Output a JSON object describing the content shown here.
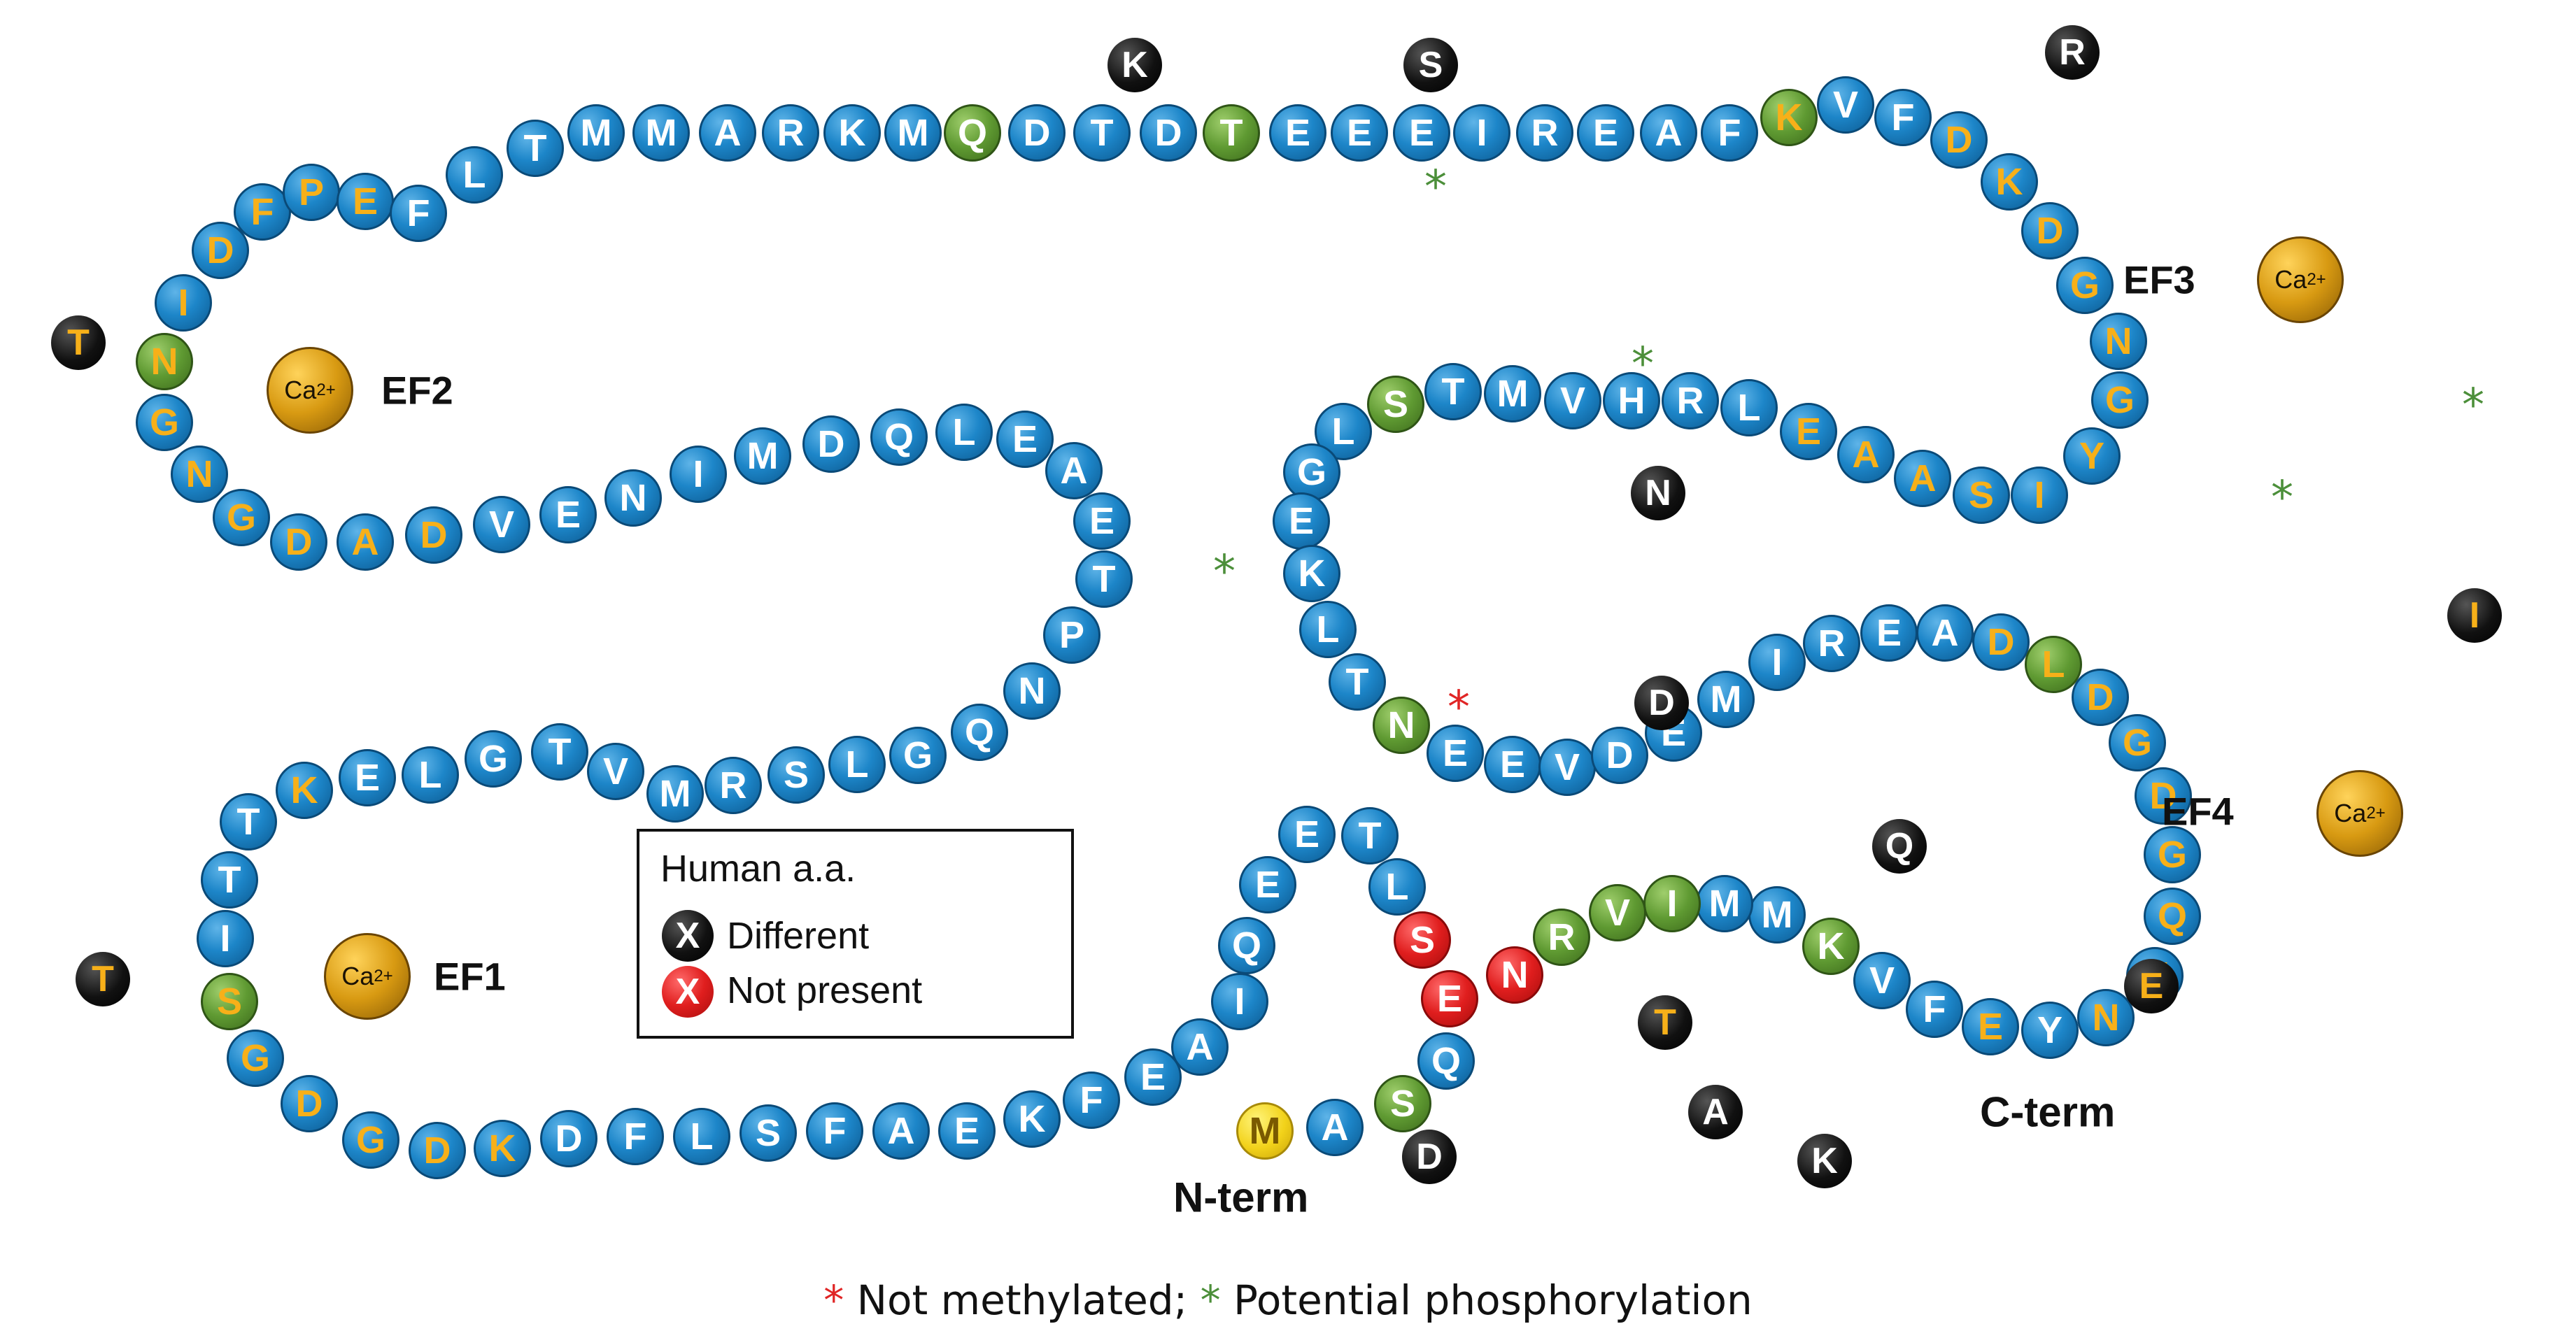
{
  "sequence": [
    {
      "aa": "M",
      "style": "yellow"
    },
    {
      "aa": "A",
      "style": "blue"
    },
    {
      "aa": "S",
      "style": "green"
    },
    {
      "aa": "Q",
      "style": "blue"
    },
    {
      "aa": "E",
      "style": "red"
    },
    {
      "aa": "S",
      "style": "red"
    },
    {
      "aa": "L",
      "style": "blue"
    },
    {
      "aa": "T",
      "style": "blue"
    },
    {
      "aa": "E",
      "style": "blue"
    },
    {
      "aa": "E",
      "style": "blue"
    },
    {
      "aa": "Q",
      "style": "blue"
    },
    {
      "aa": "I",
      "style": "blue"
    },
    {
      "aa": "A",
      "style": "blue"
    },
    {
      "aa": "E",
      "style": "blue"
    },
    {
      "aa": "F",
      "style": "blue"
    },
    {
      "aa": "K",
      "style": "blue"
    },
    {
      "aa": "E",
      "style": "blue"
    },
    {
      "aa": "A",
      "style": "blue"
    },
    {
      "aa": "F",
      "style": "blue"
    },
    {
      "aa": "S",
      "style": "blue"
    },
    {
      "aa": "L",
      "style": "blue"
    },
    {
      "aa": "F",
      "style": "blue"
    },
    {
      "aa": "D",
      "style": "blue"
    },
    {
      "aa": "K",
      "style": "blue-y"
    },
    {
      "aa": "D",
      "style": "blue-y"
    },
    {
      "aa": "G",
      "style": "blue-y"
    },
    {
      "aa": "D",
      "style": "blue-y"
    },
    {
      "aa": "G",
      "style": "blue-y"
    },
    {
      "aa": "S",
      "style": "green-y"
    },
    {
      "aa": "I",
      "style": "blue"
    },
    {
      "aa": "T",
      "style": "blue"
    },
    {
      "aa": "T",
      "style": "blue"
    },
    {
      "aa": "K",
      "style": "blue-y"
    },
    {
      "aa": "E",
      "style": "blue"
    },
    {
      "aa": "L",
      "style": "blue"
    },
    {
      "aa": "G",
      "style": "blue"
    },
    {
      "aa": "T",
      "style": "blue"
    },
    {
      "aa": "V",
      "style": "blue"
    },
    {
      "aa": "M",
      "style": "blue"
    },
    {
      "aa": "R",
      "style": "blue"
    },
    {
      "aa": "S",
      "style": "blue"
    },
    {
      "aa": "L",
      "style": "blue"
    },
    {
      "aa": "G",
      "style": "blue"
    },
    {
      "aa": "Q",
      "style": "blue"
    },
    {
      "aa": "N",
      "style": "blue"
    },
    {
      "aa": "P",
      "style": "blue"
    },
    {
      "aa": "T",
      "style": "blue"
    },
    {
      "aa": "E",
      "style": "blue"
    },
    {
      "aa": "A",
      "style": "blue"
    },
    {
      "aa": "E",
      "style": "blue"
    },
    {
      "aa": "L",
      "style": "blue"
    },
    {
      "aa": "Q",
      "style": "blue"
    },
    {
      "aa": "D",
      "style": "blue"
    },
    {
      "aa": "M",
      "style": "blue"
    },
    {
      "aa": "I",
      "style": "blue"
    },
    {
      "aa": "N",
      "style": "blue"
    },
    {
      "aa": "E",
      "style": "blue"
    },
    {
      "aa": "V",
      "style": "blue"
    },
    {
      "aa": "D",
      "style": "blue-y"
    },
    {
      "aa": "A",
      "style": "blue-y"
    },
    {
      "aa": "D",
      "style": "blue-y"
    },
    {
      "aa": "G",
      "style": "blue-y"
    },
    {
      "aa": "N",
      "style": "blue-y"
    },
    {
      "aa": "G",
      "style": "blue-y"
    },
    {
      "aa": "N",
      "style": "green-y"
    },
    {
      "aa": "I",
      "style": "blue-y"
    },
    {
      "aa": "D",
      "style": "blue-y"
    },
    {
      "aa": "F",
      "style": "blue-y"
    },
    {
      "aa": "P",
      "style": "blue-y"
    },
    {
      "aa": "E",
      "style": "blue-y"
    },
    {
      "aa": "F",
      "style": "blue"
    },
    {
      "aa": "L",
      "style": "blue"
    },
    {
      "aa": "T",
      "style": "blue"
    },
    {
      "aa": "M",
      "style": "blue"
    },
    {
      "aa": "M",
      "style": "blue"
    },
    {
      "aa": "A",
      "style": "blue"
    },
    {
      "aa": "R",
      "style": "blue"
    },
    {
      "aa": "K",
      "style": "blue"
    },
    {
      "aa": "M",
      "style": "blue"
    },
    {
      "aa": "Q",
      "style": "green"
    },
    {
      "aa": "D",
      "style": "blue"
    },
    {
      "aa": "T",
      "style": "blue"
    },
    {
      "aa": "D",
      "style": "blue"
    },
    {
      "aa": "T",
      "style": "green"
    },
    {
      "aa": "E",
      "style": "blue"
    },
    {
      "aa": "E",
      "style": "blue"
    },
    {
      "aa": "E",
      "style": "blue"
    },
    {
      "aa": "I",
      "style": "blue"
    },
    {
      "aa": "R",
      "style": "blue"
    },
    {
      "aa": "E",
      "style": "blue"
    },
    {
      "aa": "A",
      "style": "blue"
    },
    {
      "aa": "F",
      "style": "blue"
    },
    {
      "aa": "K",
      "style": "green-y"
    },
    {
      "aa": "V",
      "style": "blue"
    },
    {
      "aa": "F",
      "style": "blue"
    },
    {
      "aa": "D",
      "style": "blue-y"
    },
    {
      "aa": "K",
      "style": "blue-y"
    },
    {
      "aa": "D",
      "style": "blue-y"
    },
    {
      "aa": "G",
      "style": "blue-y"
    },
    {
      "aa": "N",
      "style": "blue-y"
    },
    {
      "aa": "G",
      "style": "blue-y"
    },
    {
      "aa": "Y",
      "style": "blue-y"
    },
    {
      "aa": "I",
      "style": "blue-y"
    },
    {
      "aa": "S",
      "style": "blue-y"
    },
    {
      "aa": "A",
      "style": "blue-y"
    },
    {
      "aa": "A",
      "style": "blue-y"
    },
    {
      "aa": "E",
      "style": "blue-y"
    },
    {
      "aa": "L",
      "style": "blue"
    },
    {
      "aa": "R",
      "style": "blue"
    },
    {
      "aa": "H",
      "style": "blue"
    },
    {
      "aa": "V",
      "style": "blue"
    },
    {
      "aa": "M",
      "style": "blue"
    },
    {
      "aa": "T",
      "style": "blue"
    },
    {
      "aa": "S",
      "style": "green"
    },
    {
      "aa": "L",
      "style": "blue"
    },
    {
      "aa": "G",
      "style": "blue"
    },
    {
      "aa": "E",
      "style": "blue"
    },
    {
      "aa": "K",
      "style": "blue"
    },
    {
      "aa": "L",
      "style": "blue"
    },
    {
      "aa": "T",
      "style": "blue"
    },
    {
      "aa": "N",
      "style": "green"
    },
    {
      "aa": "E",
      "style": "blue"
    },
    {
      "aa": "E",
      "style": "blue"
    },
    {
      "aa": "V",
      "style": "blue"
    },
    {
      "aa": "D",
      "style": "blue"
    },
    {
      "aa": "E",
      "style": "blue"
    },
    {
      "aa": "M",
      "style": "blue"
    },
    {
      "aa": "I",
      "style": "blue"
    },
    {
      "aa": "R",
      "style": "blue"
    },
    {
      "aa": "E",
      "style": "blue"
    },
    {
      "aa": "A",
      "style": "blue"
    },
    {
      "aa": "D",
      "style": "blue-y"
    },
    {
      "aa": "L",
      "style": "green-y"
    },
    {
      "aa": "D",
      "style": "blue-y"
    },
    {
      "aa": "G",
      "style": "blue-y"
    },
    {
      "aa": "D",
      "style": "blue-y"
    },
    {
      "aa": "G",
      "style": "blue-y"
    },
    {
      "aa": "Q",
      "style": "blue-y"
    },
    {
      "aa": "V",
      "style": "blue-y"
    },
    {
      "aa": "N",
      "style": "blue-y"
    },
    {
      "aa": "Y",
      "style": "blue"
    },
    {
      "aa": "E",
      "style": "blue-y"
    },
    {
      "aa": "F",
      "style": "blue"
    },
    {
      "aa": "V",
      "style": "blue"
    },
    {
      "aa": "K",
      "style": "green"
    },
    {
      "aa": "M",
      "style": "blue"
    },
    {
      "aa": "M",
      "style": "blue"
    },
    {
      "aa": "I",
      "style": "green"
    },
    {
      "aa": "V",
      "style": "green"
    },
    {
      "aa": "R",
      "style": "green"
    },
    {
      "aa": "N",
      "style": "red"
    }
  ],
  "human_differences": [
    {
      "aa": "D"
    },
    {
      "aa": "T"
    },
    {
      "aa": "T"
    },
    {
      "aa": "K"
    },
    {
      "aa": "S"
    },
    {
      "aa": "R"
    },
    {
      "aa": "N"
    },
    {
      "aa": "D"
    },
    {
      "aa": "I"
    },
    {
      "aa": "E"
    },
    {
      "aa": "Q"
    },
    {
      "aa": "T"
    },
    {
      "aa": "A"
    },
    {
      "aa": "K"
    }
  ],
  "calcium_sites": [
    {
      "ion_label": "Ca",
      "ion_charge": "2+",
      "site": "EF1"
    },
    {
      "ion_label": "Ca",
      "ion_charge": "2+",
      "site": "EF2"
    },
    {
      "ion_label": "Ca",
      "ion_charge": "2+",
      "site": "EF3"
    },
    {
      "ion_label": "Ca",
      "ion_charge": "2+",
      "site": "EF4"
    }
  ],
  "termini": {
    "n_term": "N-term",
    "c_term": "C-term"
  },
  "legend": {
    "title": "Human a.a.",
    "different_symbol": "X",
    "different_label": "Different",
    "absent_symbol": "X",
    "absent_label": "Not present"
  },
  "footnote": {
    "star": "*",
    "not_methylated": "Not methylated;",
    "phosphorylation": "Potential phosphorylation"
  },
  "colors": {
    "bead_blue": "#1d86c9",
    "bead_green": "#5f9a32",
    "bead_red": "#e01e1e",
    "bead_yellow": "#f2d21a",
    "text_yellow": "#f7b019",
    "star_green": "#4c8f3a",
    "star_red": "#e02525"
  }
}
